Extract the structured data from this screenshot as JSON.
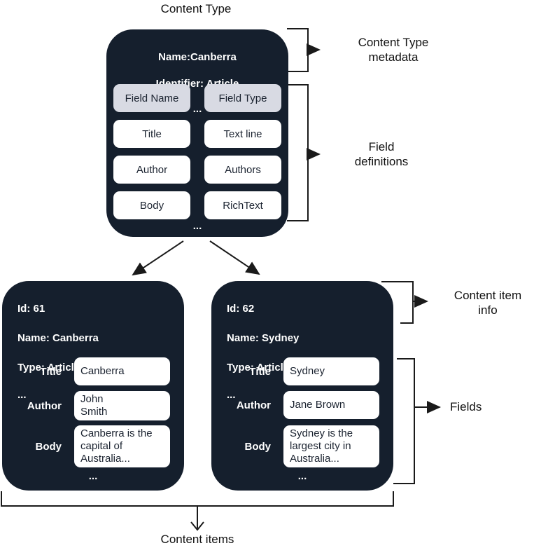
{
  "colors": {
    "box_background": "#151F2D",
    "header_pill_background": "#D8DAE3",
    "pill_background": "#FFFFFF",
    "line_color": "#1A1A1A",
    "light_text": "#FFFFFF",
    "dark_text": "#1B2330"
  },
  "title": "Content Type",
  "content_type_box": {
    "name_line": "Name:Canberra",
    "identifier_line": "Identifier: Article",
    "ellipsis": "...",
    "field_header": {
      "name": "Field Name",
      "type": "Field Type"
    },
    "fields": [
      {
        "name": "Title",
        "type": "Text line"
      },
      {
        "name": "Author",
        "type": "Authors"
      },
      {
        "name": "Body",
        "type": "RichText"
      }
    ],
    "footer_ellipsis": "..."
  },
  "annotations": {
    "content_type_metadata": "Content Type\nmetadata",
    "field_definitions": "Field\ndefinitions",
    "content_item_info": "Content item\ninfo",
    "fields": "Fields",
    "content_items": "Content items"
  },
  "content_items": [
    {
      "id_line": "Id: 61",
      "name_line": "Name: Canberra",
      "type_line": "Type: Article",
      "ellipsis": "...",
      "fields": [
        {
          "label": "Title",
          "value": "Canberra"
        },
        {
          "label": "Author",
          "value": "John\nSmith"
        },
        {
          "label": "Body",
          "value": "Canberra is the\ncapital of\nAustralia..."
        }
      ],
      "footer_ellipsis": "..."
    },
    {
      "id_line": "Id: 62",
      "name_line": "Name: Sydney",
      "type_line": "Type: Article",
      "ellipsis": "...",
      "fields": [
        {
          "label": "Title",
          "value": "Sydney"
        },
        {
          "label": "Author",
          "value": "Jane Brown"
        },
        {
          "label": "Body",
          "value": "Sydney is the\nlargest city in\nAustralia..."
        }
      ],
      "footer_ellipsis": "..."
    }
  ]
}
